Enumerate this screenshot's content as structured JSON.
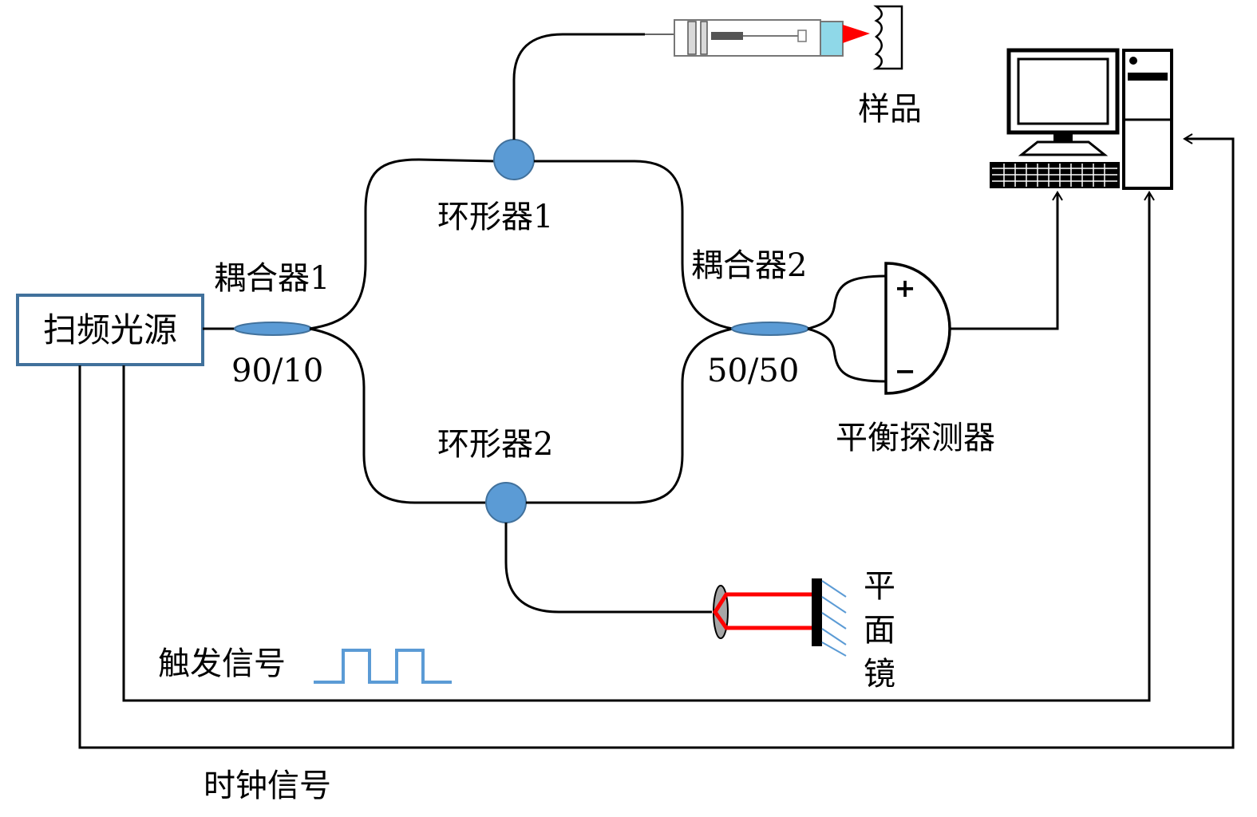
{
  "source": {
    "label": "扫频光源"
  },
  "coupler1": {
    "label": "耦合器1",
    "ratio": "90/10"
  },
  "coupler2": {
    "label": "耦合器2",
    "ratio": "50/50"
  },
  "circulator1": {
    "label": "环形器1"
  },
  "circulator2": {
    "label": "环形器2"
  },
  "sample": {
    "label": "样品"
  },
  "detector": {
    "label": "平衡探测器",
    "plus": "+",
    "minus": "−"
  },
  "mirror": {
    "label_chars": [
      "平",
      "面",
      "镜"
    ]
  },
  "trigger": {
    "label": "触发信号"
  },
  "clock": {
    "label": "时钟信号"
  },
  "colors": {
    "fiber": "#000000",
    "component_blue": "#5b9bd5",
    "source_border": "#41719c",
    "beam_red": "#ff0000",
    "trigger_wave": "#5b9bd5"
  }
}
